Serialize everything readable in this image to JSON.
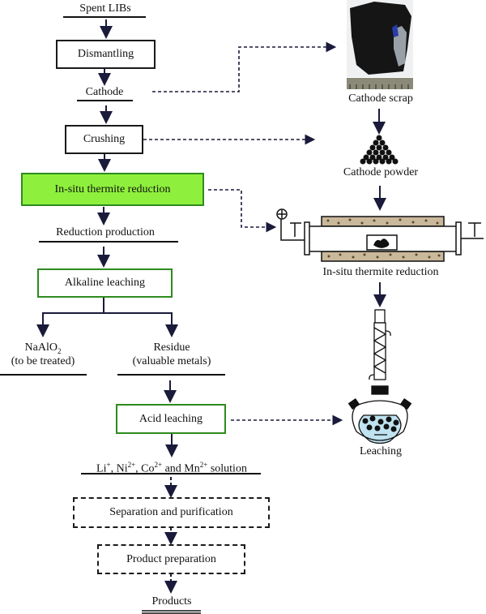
{
  "left_flow": {
    "spent_libs": "Spent LIBs",
    "dismantling": "Dismantling",
    "cathode": "Cathode",
    "crushing": "Crushing",
    "insitu_reduction": "In-situ thermite reduction",
    "reduction_production": "Reduction production",
    "alkaline_leaching": "Alkaline leaching",
    "naalo2_formula": "NaAlO",
    "naalo2_subscript": "2",
    "naalo2_note": "(to be treated)",
    "residue": "Residue",
    "residue_note": "(valuable metals)",
    "acid_leaching": "Acid leaching",
    "solution": {
      "li": "Li",
      "li_charge": "+",
      "ni": ", Ni",
      "ni_charge": "2+",
      "co": ", Co",
      "co_charge": "2+",
      "mn": " and Mn",
      "mn_charge": "2+",
      "tail": " solution"
    },
    "separation": "Separation and purification",
    "product_prep": "Product preparation",
    "products": "Products"
  },
  "right_flow": {
    "cathode_scrap": "Cathode scrap",
    "cathode_powder": "Cathode powder",
    "insitu_reduction": "In-situ thermite reduction",
    "leaching": "Leaching"
  },
  "colors": {
    "green_fill": "#8ef03c",
    "green_border": "#2e8b1e",
    "arrow": "#1a1a3a",
    "liquid": "#bfe3f0"
  }
}
